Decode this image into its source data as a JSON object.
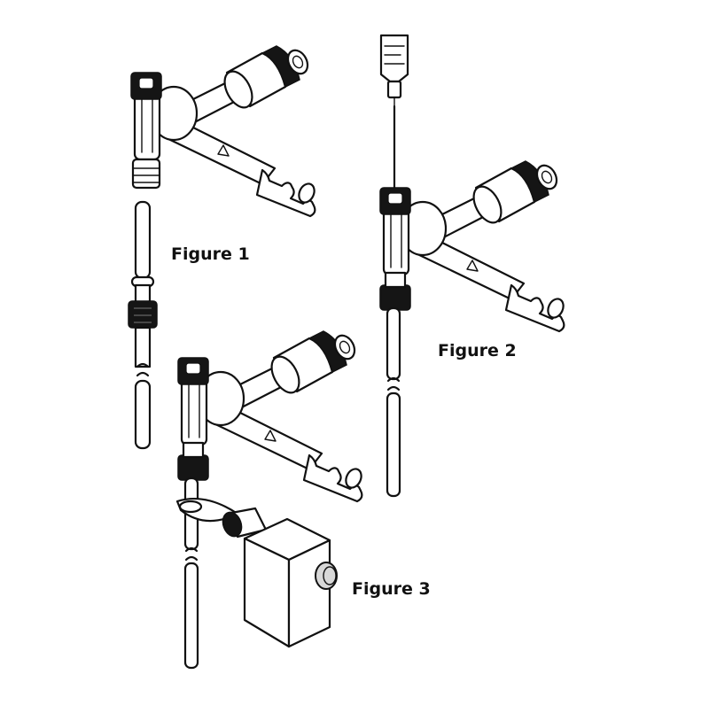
{
  "figures": [
    {
      "label": "Figure 1"
    },
    {
      "label": "Figure 2"
    },
    {
      "label": "Figure 3"
    }
  ],
  "colors": {
    "ink": "#111111",
    "background": "#ffffff",
    "knurl_fill": "#151515"
  }
}
